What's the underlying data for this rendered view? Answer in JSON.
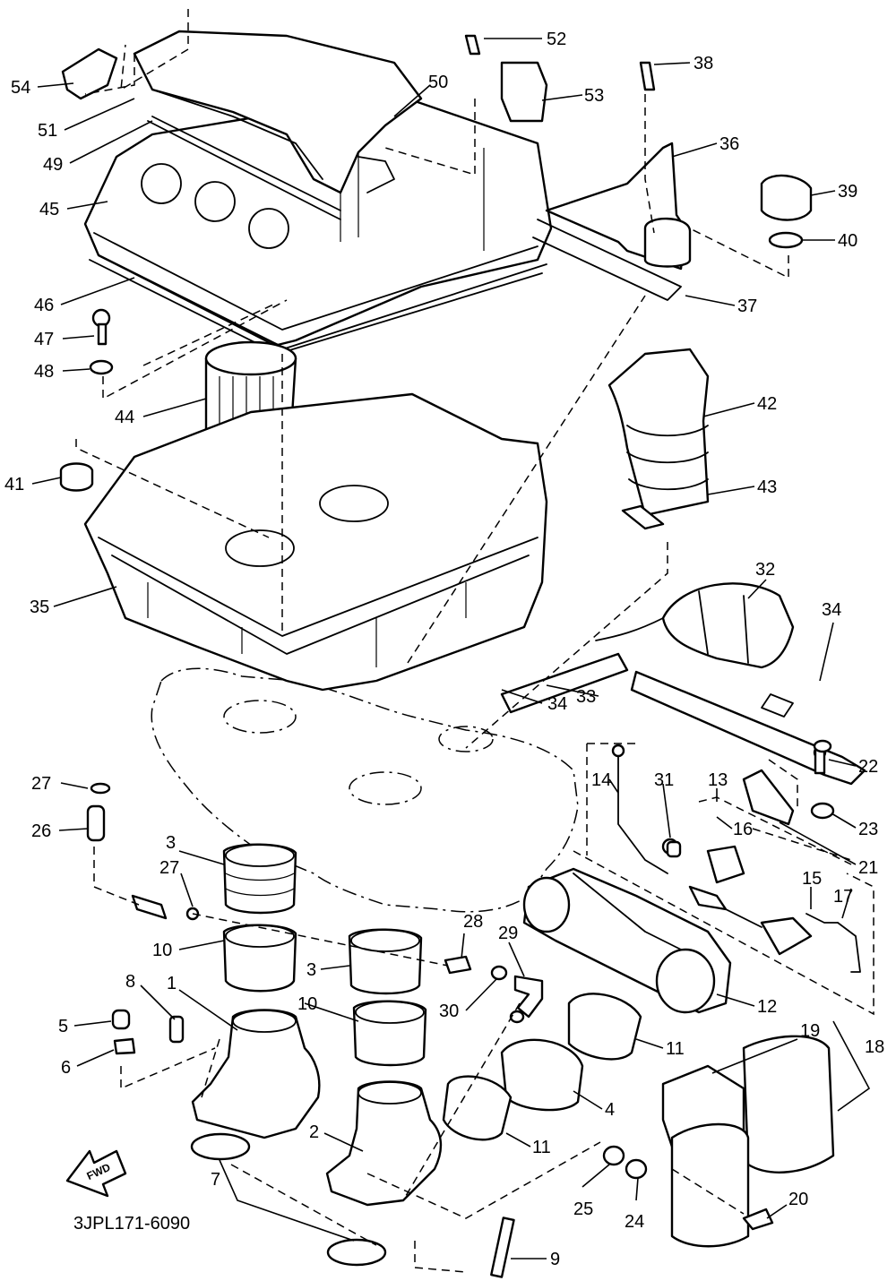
{
  "diagram": {
    "code": "3JPL171-6090",
    "fwd_label": "FWD",
    "labels": [
      {
        "id": "54",
        "text": "54"
      },
      {
        "id": "51",
        "text": "51"
      },
      {
        "id": "49",
        "text": "49"
      },
      {
        "id": "45",
        "text": "45"
      },
      {
        "id": "46",
        "text": "46"
      },
      {
        "id": "47",
        "text": "47"
      },
      {
        "id": "48",
        "text": "48"
      },
      {
        "id": "44",
        "text": "44"
      },
      {
        "id": "41",
        "text": "41"
      },
      {
        "id": "35",
        "text": "35"
      },
      {
        "id": "52",
        "text": "52"
      },
      {
        "id": "50",
        "text": "50"
      },
      {
        "id": "53",
        "text": "53"
      },
      {
        "id": "38",
        "text": "38"
      },
      {
        "id": "36",
        "text": "36"
      },
      {
        "id": "39",
        "text": "39"
      },
      {
        "id": "40",
        "text": "40"
      },
      {
        "id": "37",
        "text": "37"
      },
      {
        "id": "42",
        "text": "42"
      },
      {
        "id": "43",
        "text": "43"
      },
      {
        "id": "32",
        "text": "32"
      },
      {
        "id": "34a",
        "text": "34"
      },
      {
        "id": "33",
        "text": "33"
      },
      {
        "id": "34b",
        "text": "34"
      },
      {
        "id": "22",
        "text": "22"
      },
      {
        "id": "14",
        "text": "14"
      },
      {
        "id": "31",
        "text": "31"
      },
      {
        "id": "13",
        "text": "13"
      },
      {
        "id": "16",
        "text": "16"
      },
      {
        "id": "23",
        "text": "23"
      },
      {
        "id": "21",
        "text": "21"
      },
      {
        "id": "15",
        "text": "15"
      },
      {
        "id": "17",
        "text": "17"
      },
      {
        "id": "12",
        "text": "12"
      },
      {
        "id": "27a",
        "text": "27"
      },
      {
        "id": "26",
        "text": "26"
      },
      {
        "id": "3a",
        "text": "3"
      },
      {
        "id": "27b",
        "text": "27"
      },
      {
        "id": "10a",
        "text": "10"
      },
      {
        "id": "28",
        "text": "28"
      },
      {
        "id": "29",
        "text": "29"
      },
      {
        "id": "3b",
        "text": "3"
      },
      {
        "id": "30",
        "text": "30"
      },
      {
        "id": "10b",
        "text": "10"
      },
      {
        "id": "8",
        "text": "8"
      },
      {
        "id": "1",
        "text": "1"
      },
      {
        "id": "5",
        "text": "5"
      },
      {
        "id": "6",
        "text": "6"
      },
      {
        "id": "11a",
        "text": "11"
      },
      {
        "id": "4",
        "text": "4"
      },
      {
        "id": "19",
        "text": "19"
      },
      {
        "id": "18",
        "text": "18"
      },
      {
        "id": "2",
        "text": "2"
      },
      {
        "id": "11b",
        "text": "11"
      },
      {
        "id": "25",
        "text": "25"
      },
      {
        "id": "24",
        "text": "24"
      },
      {
        "id": "20",
        "text": "20"
      },
      {
        "id": "7",
        "text": "7"
      },
      {
        "id": "9",
        "text": "9"
      }
    ]
  }
}
